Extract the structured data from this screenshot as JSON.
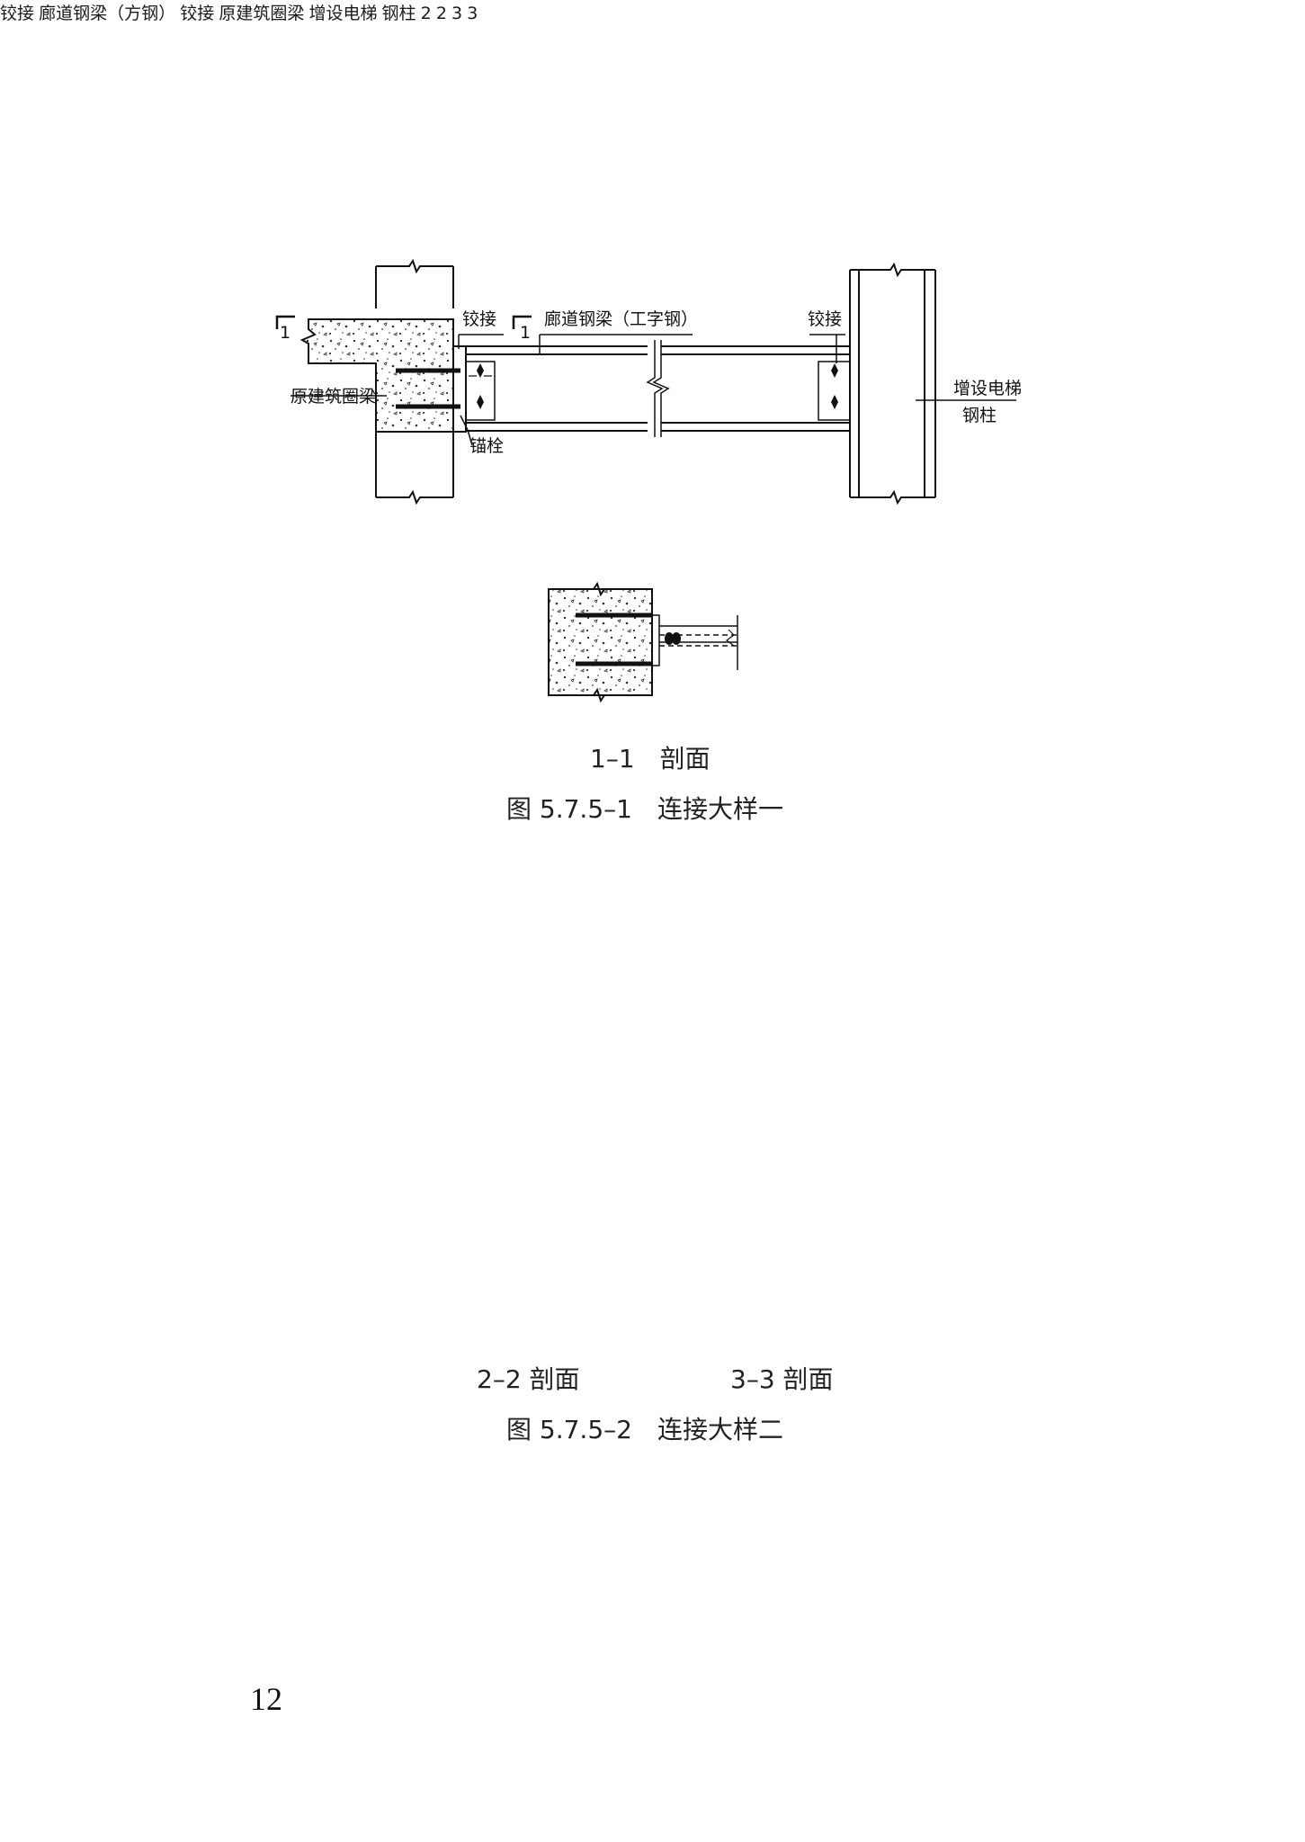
{
  "figure1": {
    "labels": {
      "hinge_left": "铰接",
      "beam": "廊道钢梁（工字钢）",
      "hinge_right": "铰接",
      "original_beam": "原建筑圈梁",
      "anchor": "锚栓",
      "elevator_column_1": "增设电梯",
      "elevator_column_2": "钢柱",
      "section_mark": "1"
    },
    "section_caption": "1–1　剖面",
    "figure_caption": "图 5.7.5–1　连接大样一"
  },
  "figure2": {
    "labels": {
      "hinge_left": "铰接",
      "beam": "廊道钢梁（方钢）",
      "hinge_right": "铰接",
      "original_beam": "原建筑圈梁",
      "elevator_column_1": "增设电梯",
      "elevator_column_2": "钢柱",
      "section_mark_2": "2",
      "section_mark_3": "3"
    },
    "section_caption_2": "2–2 剖面",
    "section_caption_3": "3–3 剖面",
    "figure_caption": "图 5.7.5–2　连接大样二"
  },
  "page_number": "12"
}
